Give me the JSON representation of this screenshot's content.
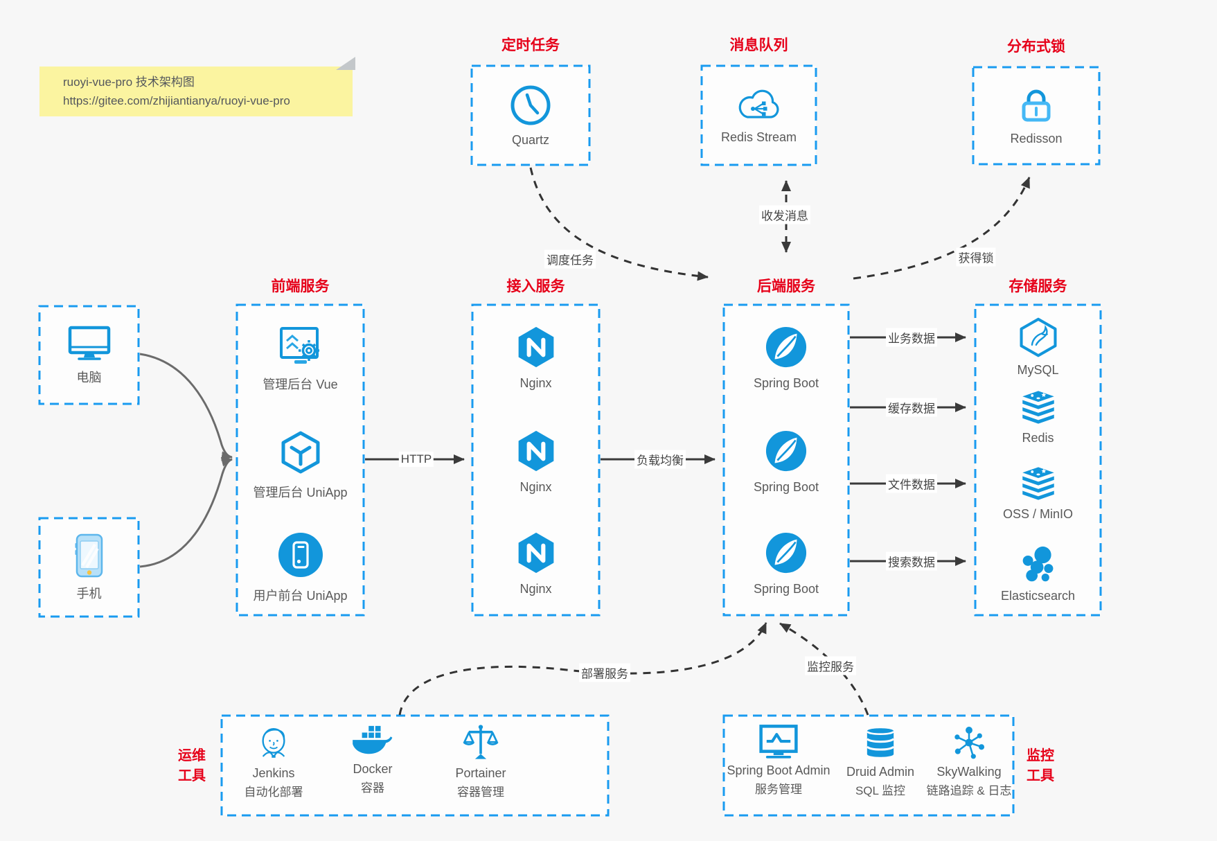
{
  "colors": {
    "icon_blue": "#1296db",
    "border_blue": "#199bf0",
    "title_red": "#e60019",
    "note_bg": "#fbf4a0",
    "arrow_dark": "#3a3a3a",
    "client_arrow_gray": "#6b6b6b",
    "page_bg": "#f7f7f7"
  },
  "note": {
    "line1": "ruoyi-vue-pro 技术架构图",
    "line2": "https://gitee.com/zhijiantianya/ruoyi-vue-pro"
  },
  "top_groups": {
    "scheduler": {
      "title": "定时任务",
      "item": {
        "label": "Quartz",
        "icon": "clock-icon"
      }
    },
    "mq": {
      "title": "消息队列",
      "item": {
        "label": "Redis Stream",
        "icon": "cloud-share-icon"
      }
    },
    "lock": {
      "title": "分布式锁",
      "item": {
        "label": "Redisson",
        "icon": "lock-icon"
      }
    }
  },
  "clients": {
    "pc": {
      "label": "电脑",
      "icon": "desktop-icon"
    },
    "mobile": {
      "label": "手机",
      "icon": "smartphone-icon"
    }
  },
  "columns": {
    "frontend": {
      "title": "前端服务",
      "items": [
        {
          "label": "管理后台 Vue",
          "icon": "admin-monitor-gear-icon"
        },
        {
          "label": "管理后台 UniApp",
          "icon": "uniapp-cube-icon"
        },
        {
          "label": "用户前台 UniApp",
          "icon": "user-app-circle-icon"
        }
      ]
    },
    "gateway": {
      "title": "接入服务",
      "items": [
        {
          "label": "Nginx",
          "icon": "nginx-icon"
        },
        {
          "label": "Nginx",
          "icon": "nginx-icon"
        },
        {
          "label": "Nginx",
          "icon": "nginx-icon"
        }
      ]
    },
    "backend": {
      "title": "后端服务",
      "items": [
        {
          "label": "Spring Boot",
          "icon": "spring-leaf-icon"
        },
        {
          "label": "Spring Boot",
          "icon": "spring-leaf-icon"
        },
        {
          "label": "Spring Boot",
          "icon": "spring-leaf-icon"
        }
      ]
    },
    "storage": {
      "title": "存储服务",
      "items": [
        {
          "label": "MySQL",
          "icon": "mysql-dolphin-icon"
        },
        {
          "label": "Redis",
          "icon": "redis-stack-icon"
        },
        {
          "label": "OSS / MinIO",
          "icon": "oss-stack-icon"
        },
        {
          "label": "Elasticsearch",
          "icon": "elasticsearch-cluster-icon"
        }
      ]
    }
  },
  "edges": {
    "http": "HTTP",
    "load_balance": "负载均衡",
    "business_data": "业务数据",
    "cache_data": "缓存数据",
    "file_data": "文件数据",
    "search_data": "搜索数据",
    "schedule_task": "调度任务",
    "send_receive_message": "收发消息",
    "acquire_lock": "获得锁",
    "deploy_service": "部署服务",
    "monitor_service": "监控服务"
  },
  "bottom_groups": {
    "ops": {
      "title_line1": "运维",
      "title_line2": "工具",
      "items": [
        {
          "name": "Jenkins",
          "desc": "自动化部署",
          "icon": "jenkins-butler-icon"
        },
        {
          "name": "Docker",
          "desc": "容器",
          "icon": "docker-whale-icon"
        },
        {
          "name": "Portainer",
          "desc": "容器管理",
          "icon": "scales-icon"
        }
      ]
    },
    "monitoring": {
      "title_line1": "监控",
      "title_line2": "工具",
      "items": [
        {
          "name": "Spring Boot Admin",
          "desc": "服务管理",
          "icon": "monitor-chart-icon"
        },
        {
          "name": "Druid Admin",
          "desc": "SQL 监控",
          "icon": "database-icon"
        },
        {
          "name": "SkyWalking",
          "desc": "链路追踪 & 日志",
          "icon": "topology-icon"
        }
      ]
    }
  }
}
